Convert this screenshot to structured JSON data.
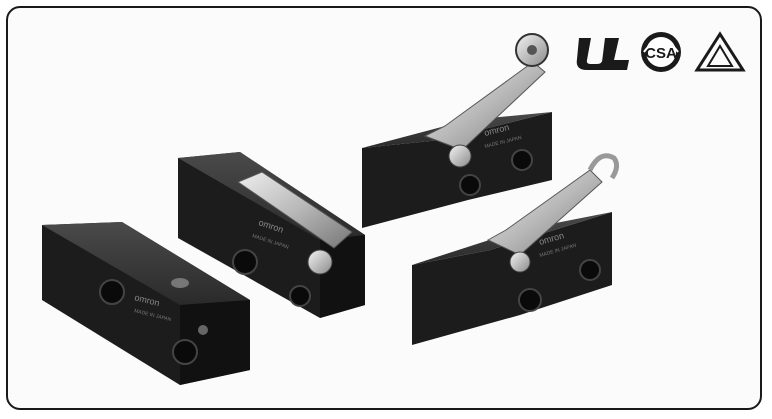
{
  "brand": "omron",
  "made_in": "MADE IN JAPAN",
  "certifications": [
    {
      "name": "UL",
      "icon": "ul-recognized-icon"
    },
    {
      "name": "CSA",
      "icon": "csa-icon"
    },
    {
      "name": "TÜV",
      "icon": "triangle-cert-icon"
    }
  ],
  "products": [
    {
      "variant": "pin-plunger"
    },
    {
      "variant": "hinge-lever"
    },
    {
      "variant": "hinge-roller-lever"
    },
    {
      "variant": "simulated-roller-lever"
    }
  ],
  "colors": {
    "body": "#1c1c1c",
    "metal": "#b9b9b9",
    "frame": "#1a1a1a"
  }
}
